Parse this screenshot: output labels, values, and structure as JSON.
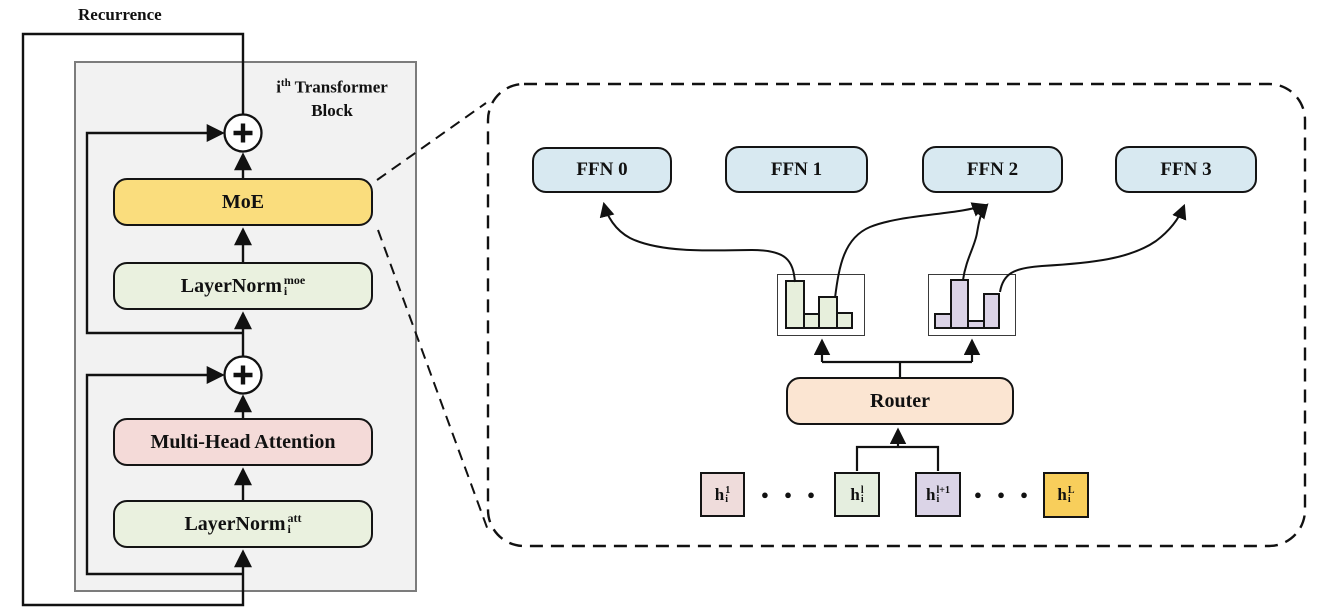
{
  "left": {
    "recurrence_label": "Recurrence",
    "block_title": {
      "base": "i",
      "sup": "th",
      "rest": "Transformer",
      "line2": "Block"
    },
    "boxes": {
      "moe": {
        "label": "MoE",
        "color": "#FADD7D"
      },
      "layernorm_moe": {
        "base": "LayerNorm",
        "sup": "moe",
        "sub": "i",
        "color": "#EAF1DF"
      },
      "mha": {
        "label": "Multi-Head Attention",
        "color": "#F4DAD8"
      },
      "layernorm_att": {
        "base": "LayerNorm",
        "sup": "att",
        "sub": "i",
        "color": "#EAF1DF"
      }
    }
  },
  "right": {
    "ffn_boxes": [
      {
        "label": "FFN 0",
        "color": "#D8E9F1"
      },
      {
        "label": "FFN 1",
        "color": "#D8E9F1"
      },
      {
        "label": "FFN 2",
        "color": "#D8E9F1"
      },
      {
        "label": "FFN 3",
        "color": "#D8E9F1"
      }
    ],
    "router": {
      "label": "Router",
      "color": "#FBE5D2"
    },
    "gate_charts": {
      "chart1": {
        "color": "#E7EFDC",
        "bars": [
          {
            "w": 20,
            "h": 49
          },
          {
            "w": 17,
            "h": 16
          },
          {
            "w": 20,
            "h": 33
          },
          {
            "w": 17,
            "h": 17
          }
        ]
      },
      "chart2": {
        "color": "#DBD3E6",
        "bars": [
          {
            "w": 18,
            "h": 16
          },
          {
            "w": 19,
            "h": 50
          },
          {
            "w": 18,
            "h": 9
          },
          {
            "w": 17,
            "h": 36
          }
        ]
      }
    },
    "tokens": [
      {
        "base": "h",
        "sup": "1",
        "sub": "i",
        "color": "#EFDCDB"
      },
      {
        "base": "h",
        "sup": "l",
        "sub": "i",
        "color": "#E5EEDF"
      },
      {
        "base": "h",
        "sup": "l+1",
        "sub": "i",
        "color": "#DBD4E7"
      },
      {
        "base": "h",
        "sup": "L",
        "sub": "i",
        "color": "#F8CE5B"
      }
    ],
    "ellipsis": "● ● ●"
  }
}
